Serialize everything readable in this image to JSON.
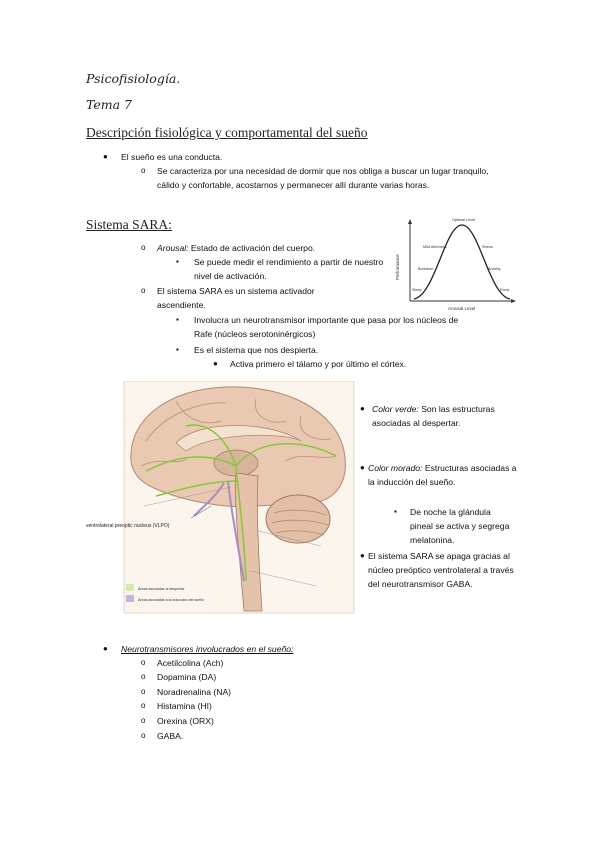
{
  "header": {
    "subject": "Psicofisiología.",
    "topic": "Tema 7"
  },
  "section1": {
    "title": "Descripción fisiológica y comportamental del sueño",
    "b1": "El sueño es una conducta.",
    "b1_sub": "Se caracteriza por una necesidad de dormir que nos obliga a buscar un lugar tranquilo, cálido y confortable, acostarnos y permanecer allí durante varias horas."
  },
  "section2": {
    "title": "Sistema SARA:",
    "arousal_term": "Arousal:",
    "arousal_def": " Estado de activación del cuerpo.",
    "arousal_sub": "Se puede medir el rendimiento a partir de nuestro nivel de activación.",
    "sara": "El sistema SARA es un sistema activador ascendiente.",
    "sara_sub1": "Involucra un neurotransmisor importante que pasa por los núcleos de Rafe (núcleos serotoninérgicos)",
    "sara_sub2": "Es el sistema que nos despierta.",
    "sara_sub3": "Activa primero el tálamo y por último el córtex."
  },
  "graph": {
    "ylabel": "Performance",
    "xlabel": "Arousal Level",
    "labels": [
      "Optimal Level",
      "Mild Alertness",
      "Stress",
      "Boredom",
      "Anxiety",
      "Sleep",
      "Panic"
    ]
  },
  "brain": {
    "vlpo": "ventrolateral preoptic nucleus (VLPO)",
    "legend_green": "Áreas asociadas al despertar",
    "legend_purple": "Áreas asociadas a la inducción del sueño"
  },
  "notes": {
    "green_term": "Color verde:",
    "green_def": " Son las estructuras asociadas al despertar.",
    "purple_term": "Color morado:",
    "purple_def": " Estructuras asociadas a la inducción del sueño.",
    "purple_sub": "De noche la glándula pineal se activa y segrega melatonina.",
    "vlpo_note": "El sistema SARA se apaga gracias al núcleo preóptico ventrolateral a través del neurotransmisor GABA."
  },
  "neuro": {
    "title": "Neurotransmisores involucrados en el sueño:",
    "items": [
      "Acetilcolina (Ach)",
      "Dopamina (DA)",
      "Noradrenalina (NA)",
      "Histamina (HI)",
      "Orexina (ORX)",
      "GABA."
    ]
  },
  "colors": {
    "green": "#8cc63f",
    "purple": "#a98bc5",
    "brain_tissue": "#e9c9b1"
  }
}
